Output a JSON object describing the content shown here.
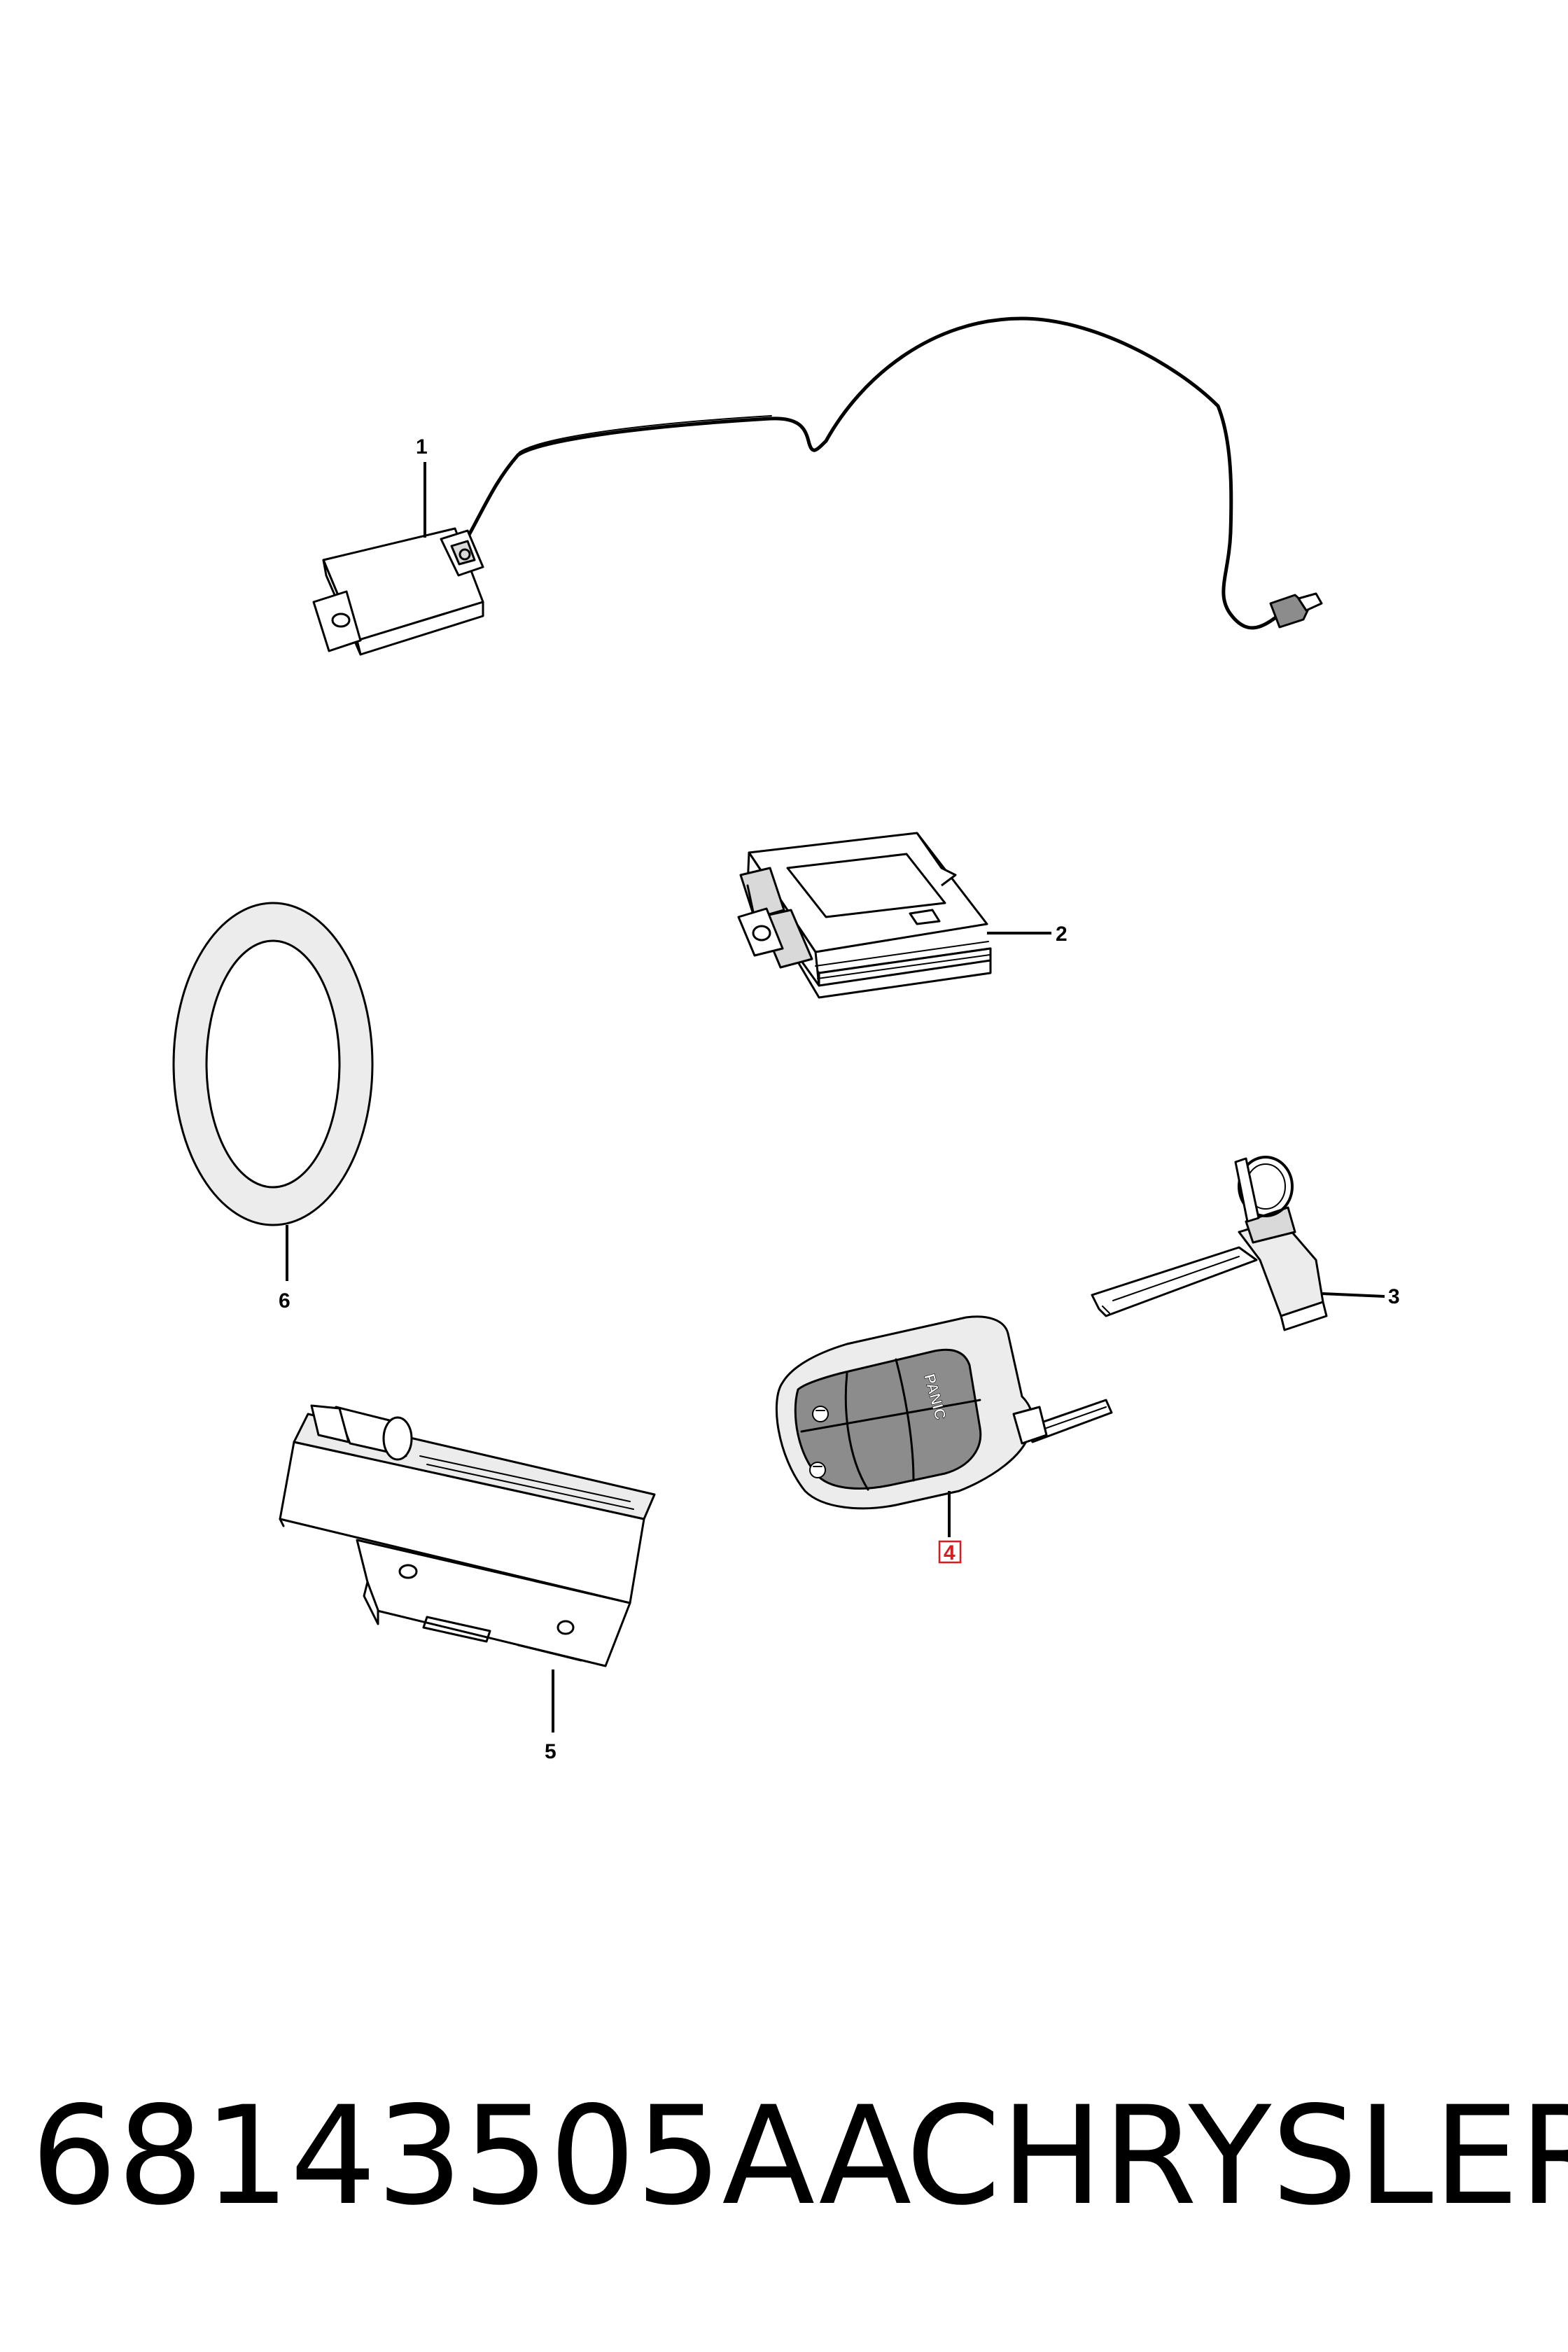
{
  "callouts": [
    {
      "id": "1",
      "label": "1",
      "highlighted": false
    },
    {
      "id": "2",
      "label": "2",
      "highlighted": false
    },
    {
      "id": "3",
      "label": "3",
      "highlighted": false
    },
    {
      "id": "4",
      "label": "4",
      "highlighted": true
    },
    {
      "id": "5",
      "label": "5",
      "highlighted": false
    },
    {
      "id": "6",
      "label": "6",
      "highlighted": false
    }
  ],
  "fob_button_text": "PANIC",
  "caption": {
    "part_number": "68143505AA",
    "brand": "CHRYSLER"
  },
  "colors": {
    "highlight": "#e0191e",
    "line": "#000000",
    "background": "#ffffff"
  }
}
